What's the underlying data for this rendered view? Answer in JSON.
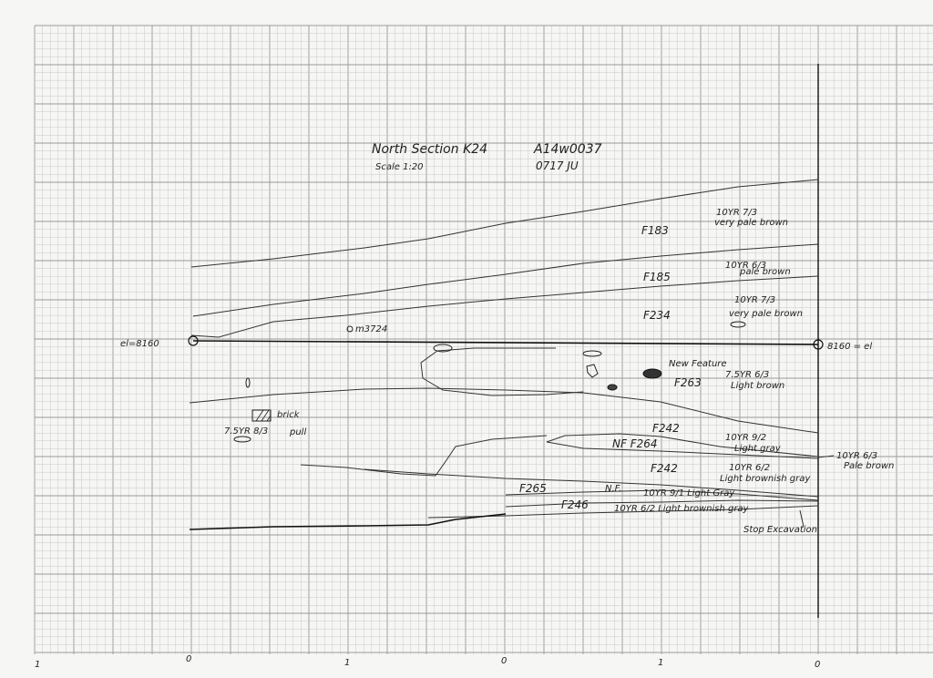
{
  "heading": {
    "title": "North Section K24",
    "code": "A14w0037",
    "scale": "Scale 1:20",
    "date_initials": "0717 JU"
  },
  "datum": {
    "left_label": "el=8160",
    "right_label": "8160 = el"
  },
  "features": {
    "f183": "F183",
    "f185": "F185",
    "f234": "F234",
    "f263": "F263",
    "f242a": "F242",
    "f264": "NF F264",
    "f242b": "F242",
    "f265": "F265",
    "nf": "N.F.",
    "f246": "F246",
    "new_feature": "New Feature",
    "m3724": "m3724",
    "brick": "brick",
    "pull": "pull",
    "brick_color": "7.5YR 8/3"
  },
  "munsell": {
    "l1_code": "10YR 7/3",
    "l1_desc": "very pale brown",
    "l2_code": "10YR 6/3",
    "l2_desc": "pale brown",
    "l3_code": "10YR 7/3",
    "l3_desc": "very pale brown",
    "l4_code": "7.5YR 6/3",
    "l4_desc": "Light brown",
    "l5_code": "10YR 9/2",
    "l5_desc": "Light gray",
    "l6_code": "10YR 6/3",
    "l6_desc": "Pale brown",
    "l7_code": "10YR 6/2",
    "l7_desc": "Light brownish gray",
    "l8": "10YR 9/1 Light Gray",
    "l9": "10YR 6/2 Light brownish gray",
    "stop": "Stop Excavation"
  },
  "colors": {
    "paper": "#f6f6f4",
    "grid_minor": "#c9c9c9",
    "grid_major": "#9a9a9a",
    "ink": "#222222"
  }
}
